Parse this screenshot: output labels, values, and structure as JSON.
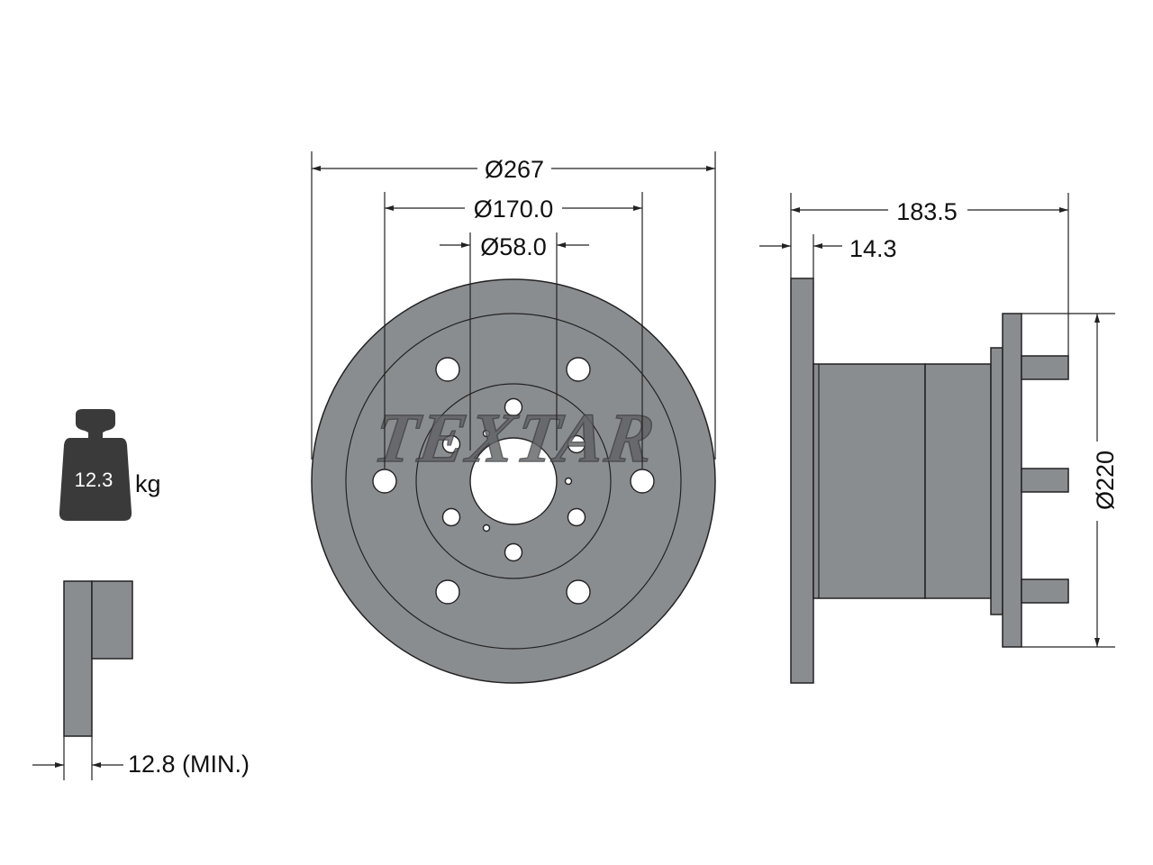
{
  "brand": "TEXTAR",
  "weight": {
    "value": "12.3",
    "unit": "kg"
  },
  "dimensions": {
    "outer_diameter": "Ø267",
    "bolt_circle": "Ø170.0",
    "center_bore": "Ø58.0",
    "total_height": "183.5",
    "disc_thickness": "14.3",
    "hub_diameter": "Ø220",
    "min_thickness": "12.8 (MIN.)"
  },
  "colors": {
    "part_fill": "#8a8d90",
    "outline": "#222222",
    "background": "#ffffff"
  }
}
